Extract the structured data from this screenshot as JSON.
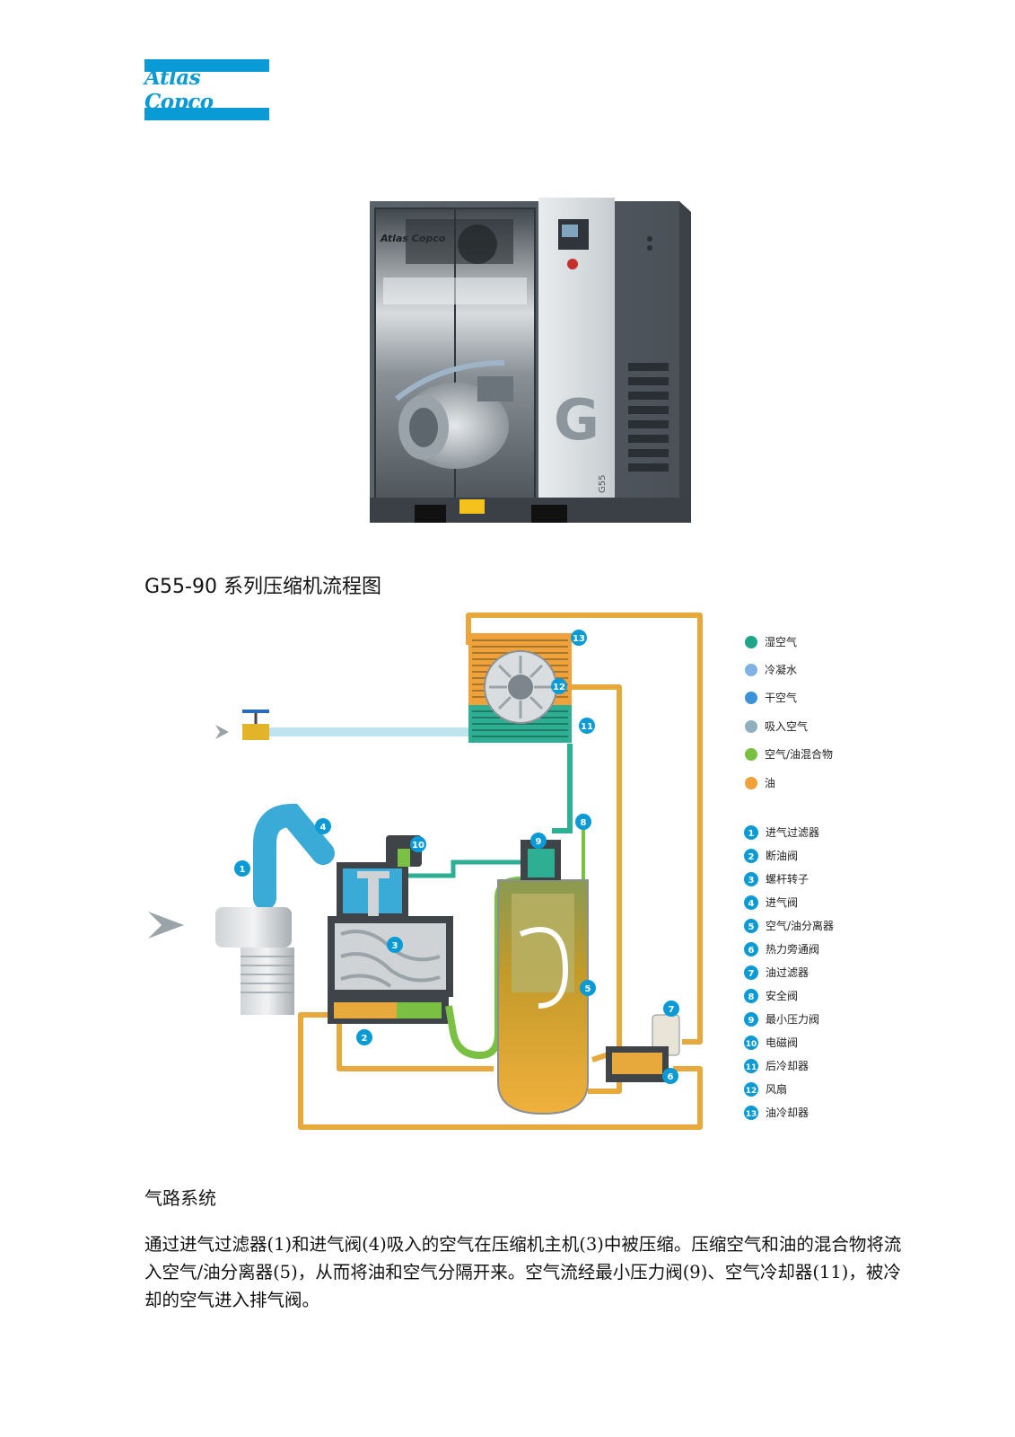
{
  "logo": {
    "brand": "Atlas Copco"
  },
  "photo": {
    "cabinet_brand": "Atlas Copco",
    "panel_letter": "G",
    "model_label": "G55"
  },
  "caption": "G55-90 系列压缩机流程图",
  "diagram": {
    "legend_media": [
      {
        "label": "湿空气",
        "color": "#1ea58a"
      },
      {
        "label": "冷凝水",
        "color": "#7fb2e5"
      },
      {
        "label": "干空气",
        "color": "#3a93d6"
      },
      {
        "label": "吸入空气",
        "color": "#8fb0bf"
      },
      {
        "label": "空气/油混合物",
        "color": "#7ac143"
      },
      {
        "label": "油",
        "color": "#f0a13a"
      }
    ],
    "legend_parts": [
      {
        "num": "1",
        "label": "进气过滤器"
      },
      {
        "num": "2",
        "label": "断油阀"
      },
      {
        "num": "3",
        "label": "螺杆转子"
      },
      {
        "num": "4",
        "label": "进气阀"
      },
      {
        "num": "5",
        "label": "空气/油分离器"
      },
      {
        "num": "6",
        "label": "热力旁通阀"
      },
      {
        "num": "7",
        "label": "油过滤器"
      },
      {
        "num": "8",
        "label": "安全阀"
      },
      {
        "num": "9",
        "label": "最小压力阀"
      },
      {
        "num": "10",
        "label": "电磁阀"
      },
      {
        "num": "11",
        "label": "后冷却器"
      },
      {
        "num": "12",
        "label": "风扇"
      },
      {
        "num": "13",
        "label": "油冷却器"
      }
    ],
    "badges": [
      {
        "num": "1"
      },
      {
        "num": "2"
      },
      {
        "num": "3"
      },
      {
        "num": "4"
      },
      {
        "num": "5"
      },
      {
        "num": "6"
      },
      {
        "num": "7"
      },
      {
        "num": "8"
      },
      {
        "num": "9"
      },
      {
        "num": "10"
      },
      {
        "num": "11"
      },
      {
        "num": "12"
      },
      {
        "num": "13"
      }
    ]
  },
  "section": {
    "title": "气路系统",
    "paragraph": "通过进气过滤器(1)和进气阀(4)吸入的空气在压缩机主机(3)中被压缩。压缩空气和油的混合物将流入空气/油分离器(5)，从而将油和空气分隔开来。空气流经最小压力阀(9)、空气冷却器(11)，被冷却的空气进入排气阀。"
  }
}
